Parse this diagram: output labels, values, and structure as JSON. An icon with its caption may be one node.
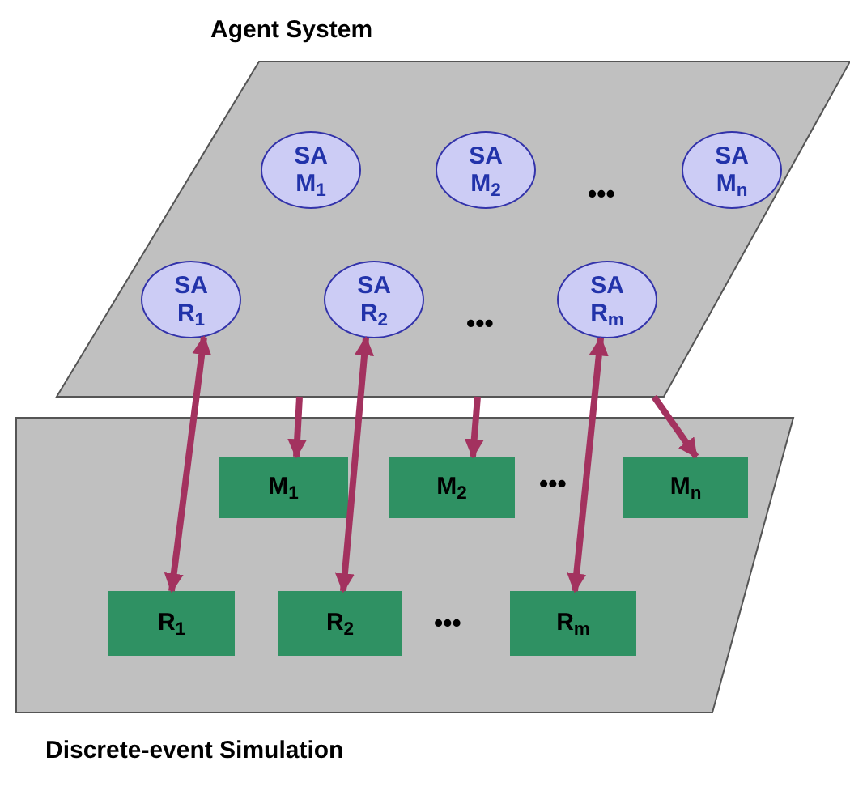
{
  "diagram": {
    "nodes": [
      {
        "text": [
          "Agent System"
        ]
      },
      {
        "text": [
          "SA",
          "M$_{1}$"
        ],
        "in": 0
      },
      {
        "text": [
          "SA",
          "M$_{2}$"
        ],
        "in": 0
      },
      {
        "text": [
          "SA",
          "M$_{n}$"
        ],
        "in": 0
      },
      {
        "text": [
          "SA",
          "R$_{1}$"
        ],
        "in": 0
      },
      {
        "text": [
          "SA",
          "R$_{2}$"
        ],
        "in": 0
      },
      {
        "text": [
          "SA",
          "R$_{m}$"
        ],
        "in": 0
      },
      {
        "text": [
          "Discrete-event Simulation"
        ]
      },
      {
        "text": [
          "M$_{1}$"
        ],
        "in": 7
      },
      {
        "text": [
          "M$_{2}$"
        ],
        "in": 7
      },
      {
        "text": [
          "M$_{n}$"
        ],
        "in": 7
      },
      {
        "text": [
          "R$_{1}$"
        ],
        "in": 7
      },
      {
        "text": [
          "R$_{2}$"
        ],
        "in": 7
      },
      {
        "text": [
          "R$_{m}$"
        ],
        "in": 7
      }
    ],
    "edges": [
      {
        "from": 4,
        "to": 11,
        "arrow": "both"
      },
      {
        "from": 0,
        "to": 8,
        "arrow": "to"
      },
      {
        "from": 5,
        "to": 12,
        "arrow": "both"
      },
      {
        "from": 0,
        "to": 9,
        "arrow": "to"
      },
      {
        "from": 6,
        "to": 13,
        "arrow": "both"
      },
      {
        "from": 0,
        "to": 10,
        "arrow": "to"
      }
    ],
    "labels": [
      "•••",
      "•••",
      "•••",
      "•••"
    ]
  }
}
